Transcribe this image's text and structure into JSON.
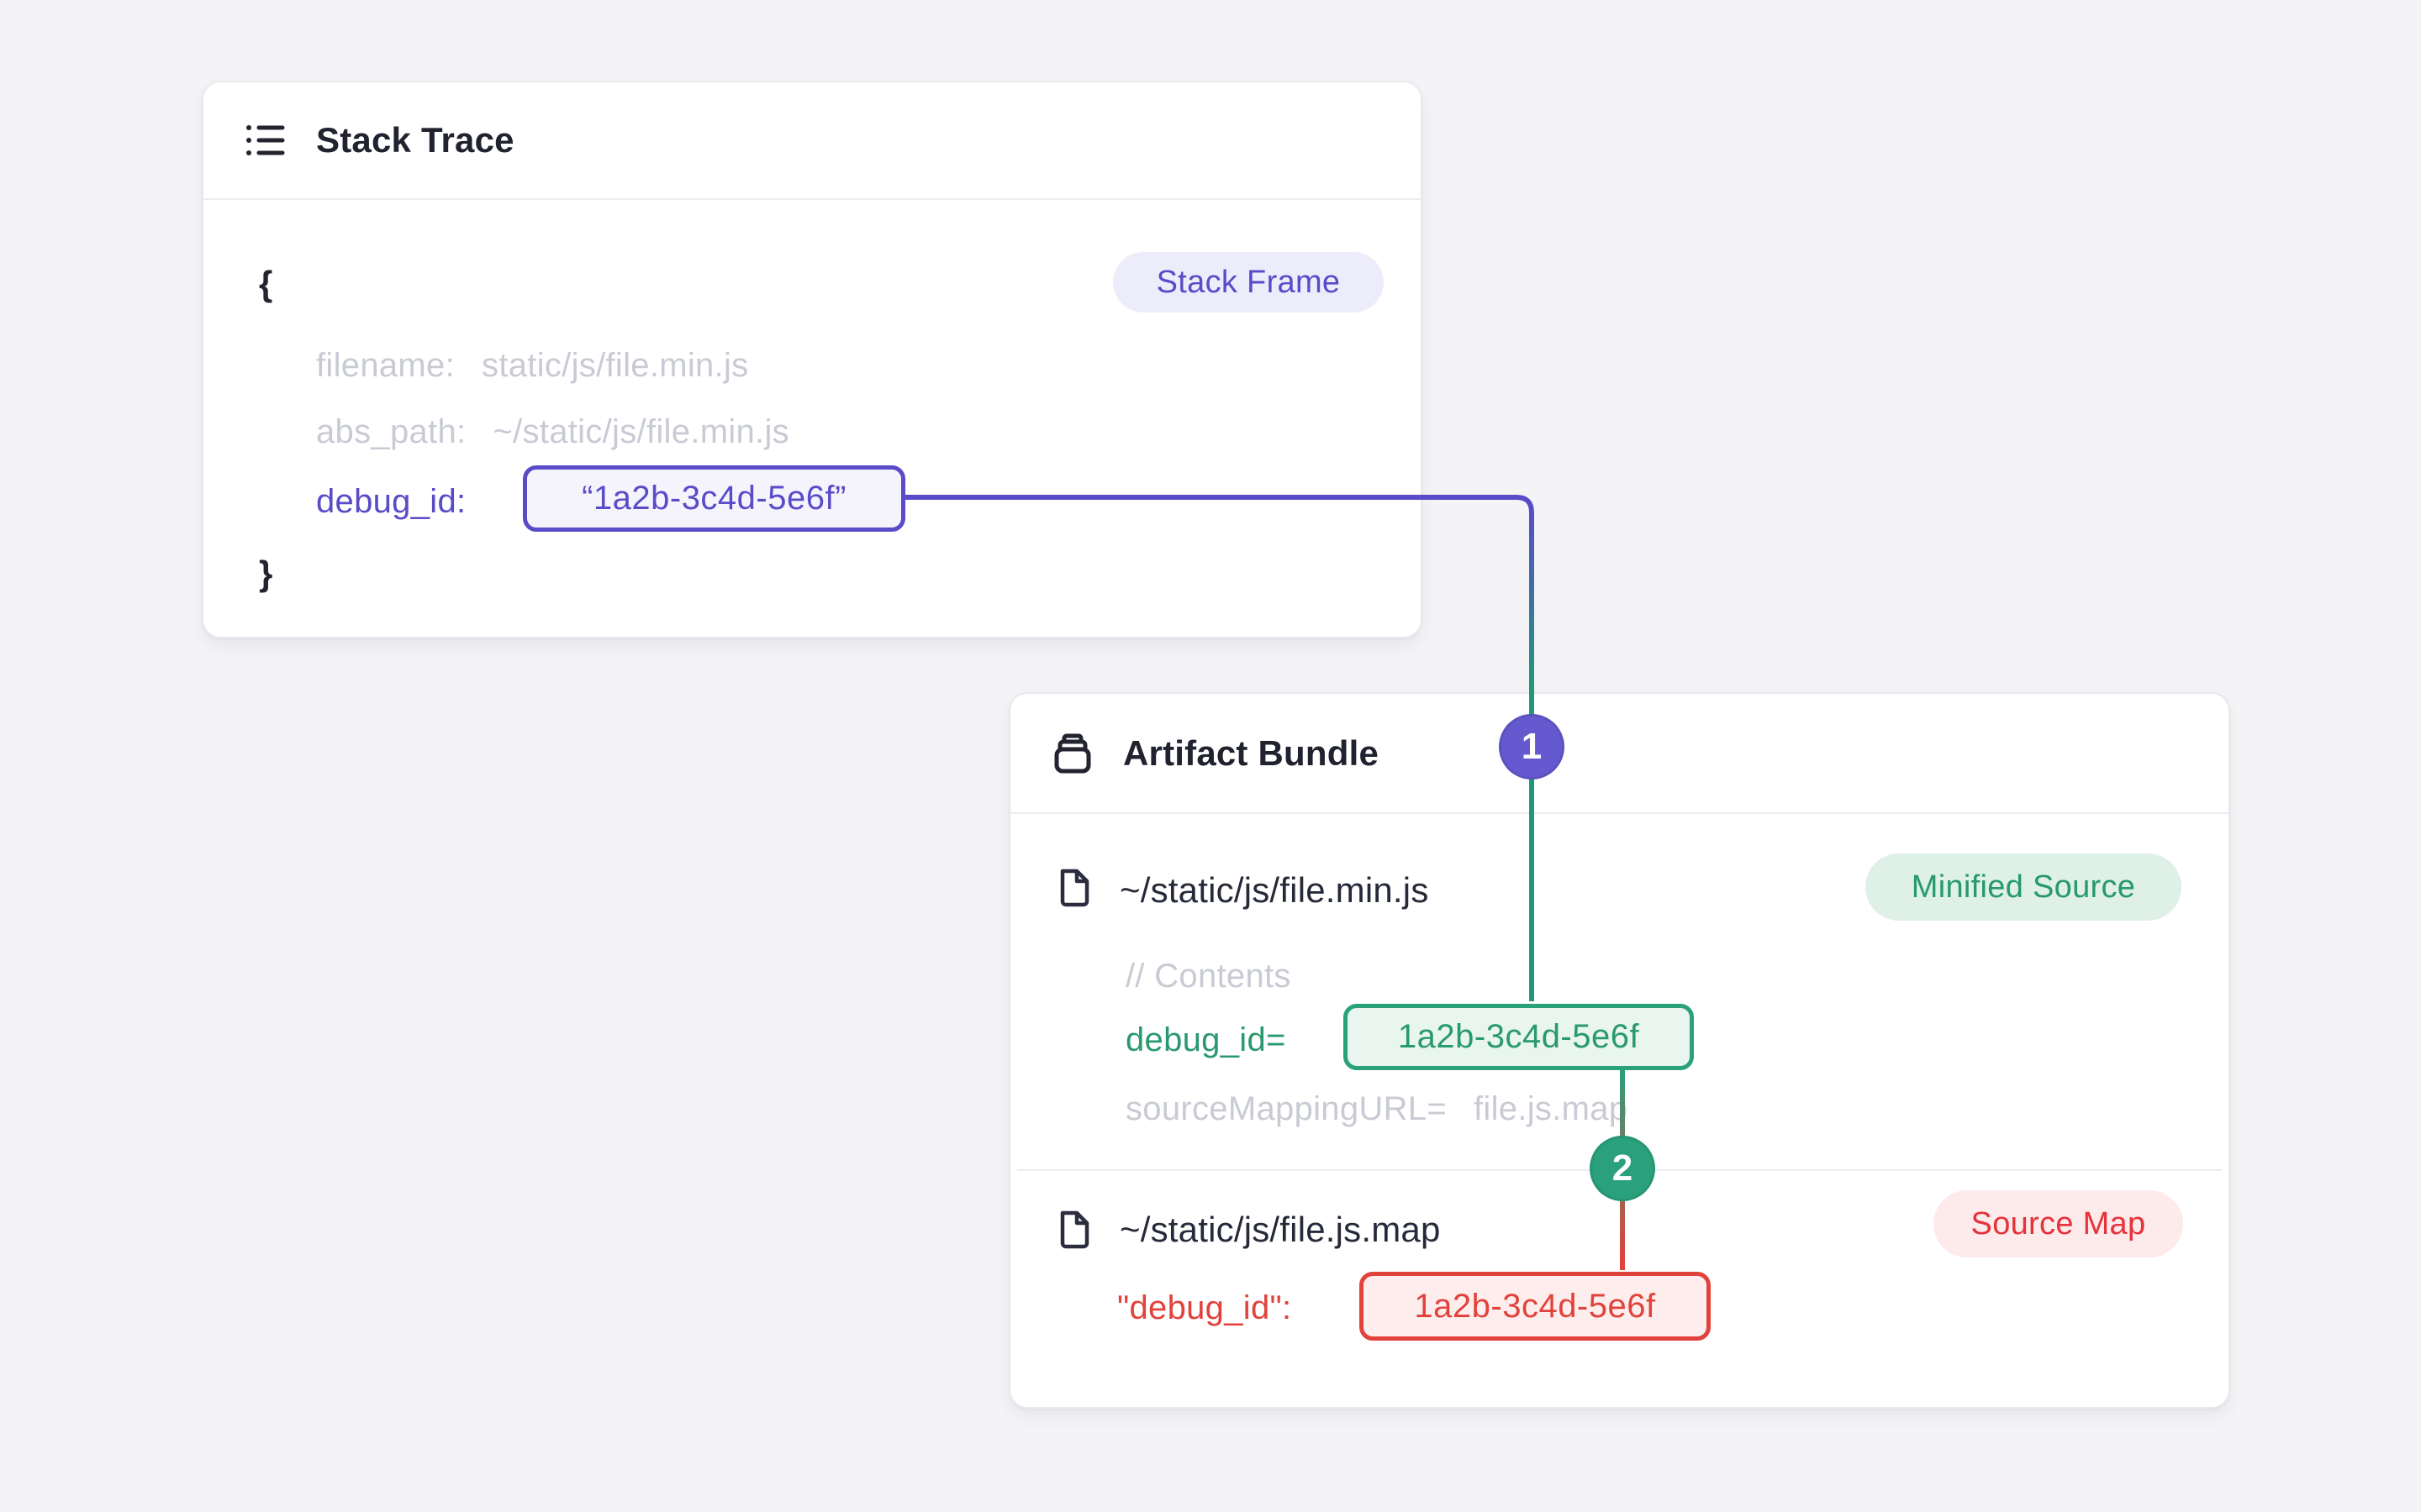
{
  "colors": {
    "background": "#f4f4f6",
    "accent_purple": "#5a4bc8",
    "accent_green": "#2aa179",
    "accent_red": "#e2423c",
    "muted_code": "#c9cbd4",
    "ink": "#20222f"
  },
  "stack_trace": {
    "title": "Stack Trace",
    "frame_badge": "Stack Frame",
    "open_brace": "{",
    "close_brace": "}",
    "filename_label": "filename:",
    "filename_value": "static/js/file.min.js",
    "abs_path_label": "abs_path:",
    "abs_path_value": "~/static/js/file.min.js",
    "debug_id_label": "debug_id:",
    "debug_id_value": "“1a2b-3c4d-5e6f”"
  },
  "artifact_bundle": {
    "title": "Artifact Bundle",
    "minified_file": {
      "name": "~/static/js/file.min.js",
      "badge": "Minified Source",
      "comment": "// Contents",
      "debug_label": "debug_id=",
      "debug_value": "1a2b-3c4d-5e6f",
      "mapping_label": "sourceMappingURL=",
      "mapping_value": "file.js.map"
    },
    "source_map_file": {
      "name": "~/static/js/file.js.map",
      "badge": "Source Map",
      "debug_label": "\"debug_id\":",
      "debug_value": "1a2b-3c4d-5e6f"
    }
  },
  "connectors": {
    "step1": "1",
    "step2": "2"
  }
}
